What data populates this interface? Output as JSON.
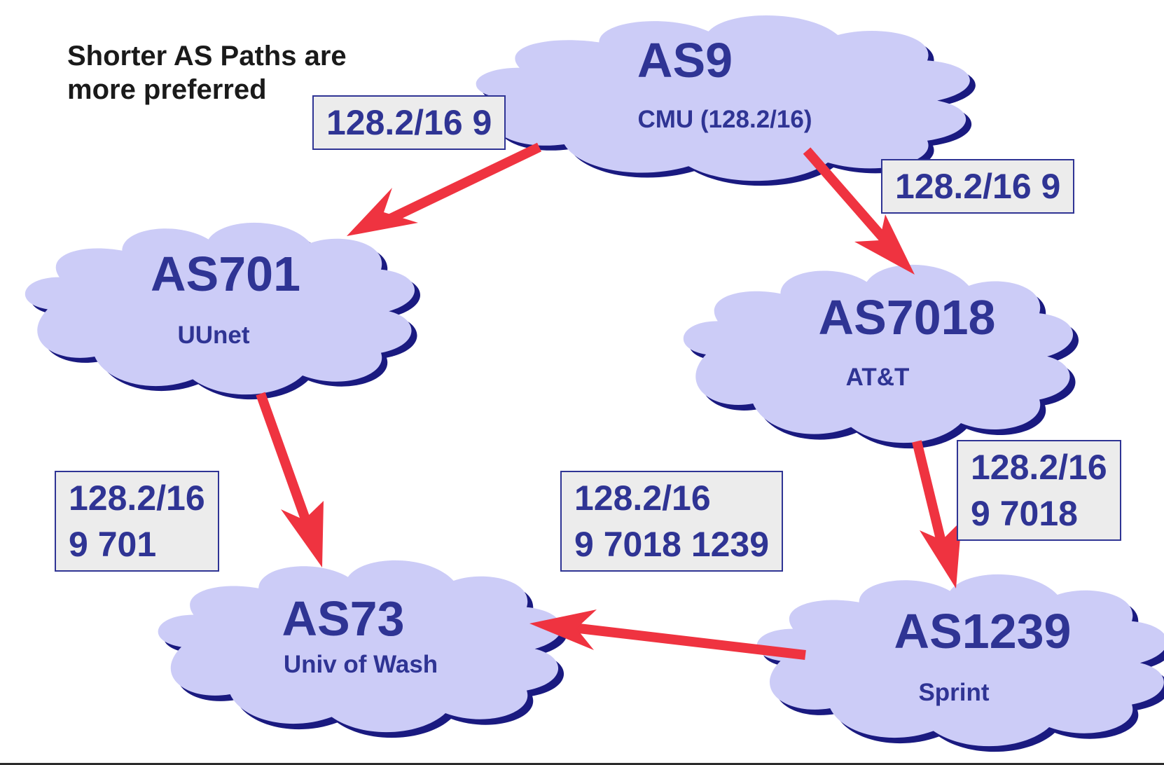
{
  "note": {
    "line1": "Shorter AS Paths are",
    "line2": "more preferred"
  },
  "nodes": {
    "as9": {
      "name": "AS9",
      "label": "CMU (128.2/16)"
    },
    "as701": {
      "name": "AS701",
      "label": "UUnet"
    },
    "as7018": {
      "name": "AS7018",
      "label": "AT&T"
    },
    "as73": {
      "name": "AS73",
      "label": "Univ of Wash"
    },
    "as1239": {
      "name": "AS1239",
      "label": "Sprint"
    }
  },
  "routes": {
    "as9_to_as701": {
      "text": "128.2/16 9"
    },
    "as9_to_as7018": {
      "text": "128.2/16 9"
    },
    "as701_to_as73": {
      "line1": "128.2/16",
      "line2": "9 701"
    },
    "as1239_to_as73": {
      "line1": "128.2/16",
      "line2": "9 7018 1239"
    },
    "as7018_to_as1239": {
      "line1": "128.2/16",
      "line2": "9 7018"
    }
  },
  "colors": {
    "cloud_fill": "#ccccf7",
    "cloud_outline": "#1a1a80",
    "arrow": "#ef3340",
    "text": "#2f3494",
    "box_fill": "#ececec"
  }
}
